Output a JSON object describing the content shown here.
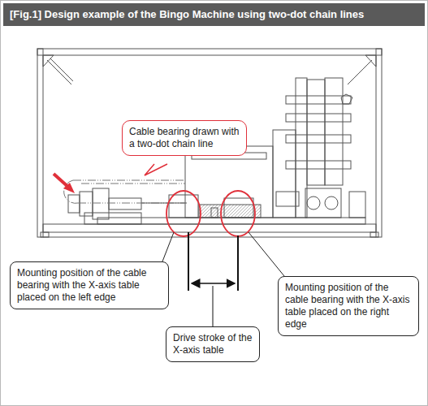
{
  "diagram": {
    "title": "[Fig.1] Design example of the Bingo Machine using two-dot chain lines",
    "nodes": [
      {
        "text": [
          "Cable bearing drawn with a two-dot chain line"
        ]
      },
      {
        "text": [
          "Mounting position of the cable bearing with the X-axis table placed on the left edge"
        ]
      },
      {
        "text": [
          "Mounting position of the cable bearing with the X-axis table placed on the right edge"
        ]
      },
      {
        "text": [
          "Drive stroke of the X-axis table"
        ]
      }
    ]
  }
}
